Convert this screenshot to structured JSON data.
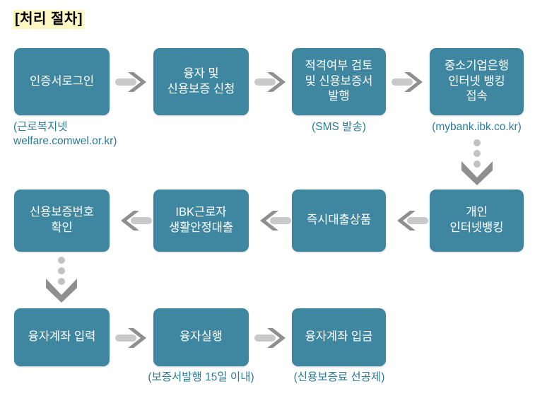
{
  "title": "[처리 절차]",
  "colors": {
    "box_fill": "#3f87a0",
    "box_text": "#ffffff",
    "caption_text": "#2b7c98",
    "title_highlight": "#fdf7c3",
    "title_text": "#000000",
    "arrow_shaft": "#c9c9c9",
    "arrow_head": "#8f8f8f",
    "dot": "#c2c2c2",
    "page_background": "#ffffff"
  },
  "diagram": {
    "type": "flowchart",
    "rows": [
      {
        "direction": "left-to-right",
        "steps": [
          {
            "id": "step-1",
            "label": "인증서로그인",
            "caption": "(근로복지넷\nwelfare.comwel.or.kr)"
          },
          {
            "id": "step-2",
            "label": "융자 및\n신용보증 신청",
            "caption": ""
          },
          {
            "id": "step-3",
            "label": "적격여부 검토\n및 신용보증서\n발행",
            "caption": "(SMS 발송)"
          },
          {
            "id": "step-4",
            "label": "중소기업은행\n인터넷 뱅킹\n접속",
            "caption": "(mybank.ibk.co.kr)"
          }
        ]
      },
      {
        "direction": "right-to-left",
        "steps": [
          {
            "id": "step-8",
            "label": "신용보증번호\n확인",
            "caption": ""
          },
          {
            "id": "step-7",
            "label": "IBK근로자\n생활안정대출",
            "caption": ""
          },
          {
            "id": "step-6",
            "label": "즉시대출상품",
            "caption": ""
          },
          {
            "id": "step-5",
            "label": "개인\n인터넷뱅킹",
            "caption": ""
          }
        ]
      },
      {
        "direction": "left-to-right",
        "steps": [
          {
            "id": "step-9",
            "label": "융자계좌 입력",
            "caption": ""
          },
          {
            "id": "step-10",
            "label": "융자실행",
            "caption": "(보증서발행 15일 이내)"
          },
          {
            "id": "step-11",
            "label": "융자계좌 입금",
            "caption": "(신용보증료 선공제)"
          }
        ]
      }
    ],
    "connectors": [
      {
        "id": "connector-1-2",
        "kind": "arrow-right"
      },
      {
        "id": "connector-2-3",
        "kind": "arrow-right"
      },
      {
        "id": "connector-3-4",
        "kind": "arrow-right"
      },
      {
        "id": "connector-4-5",
        "kind": "dotted-arrow-down"
      },
      {
        "id": "connector-5-6",
        "kind": "arrow-left"
      },
      {
        "id": "connector-6-7",
        "kind": "arrow-left"
      },
      {
        "id": "connector-7-8",
        "kind": "arrow-left"
      },
      {
        "id": "connector-8-9",
        "kind": "dotted-arrow-down"
      },
      {
        "id": "connector-9-10",
        "kind": "arrow-right"
      },
      {
        "id": "connector-10-11",
        "kind": "arrow-right"
      }
    ]
  }
}
